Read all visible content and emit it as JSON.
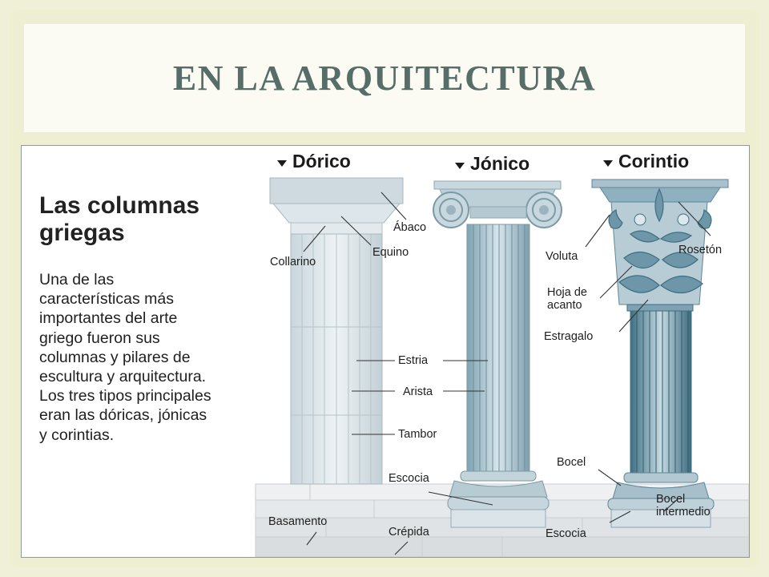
{
  "slide": {
    "title": "EN LA ARQUITECTURA"
  },
  "figure": {
    "heading": "Las columnas\ngriegas",
    "paragraph": "Una de las\ncaracterísticas más\nimportantes del arte\ngriego fueron sus\ncolumnas y pilares de\nescultura y arquitectura.\nLos tres tipos principales\neran las dóricas, jónicas\ny corintias.",
    "orders": {
      "doric": "Dórico",
      "ionic": "Jónico",
      "corinthian": "Corintio"
    },
    "labels": {
      "abaco": "Ábaco",
      "equino": "Equino",
      "collarino": "Collarino",
      "estria": "Estria",
      "arista": "Arista",
      "tambor": "Tambor",
      "escocia_center": "Escocia",
      "basamento": "Basamento",
      "crepida": "Crépida",
      "voluta": "Voluta",
      "roseton": "Rosetón",
      "hoja_de_acanto": "Hoja de\nacanto",
      "estragalo": "Estragalo",
      "bocel": "Bocel",
      "bocel_intermedio": "Bocel\nintermedio",
      "escocia_right": "Escocia"
    },
    "colors": {
      "doric_column": "#d7e1e6",
      "ionic_column": "#a9c2cd",
      "corinthian_column": "#6f98a8",
      "step": "#e6e9ea",
      "title": "#566d68"
    }
  }
}
